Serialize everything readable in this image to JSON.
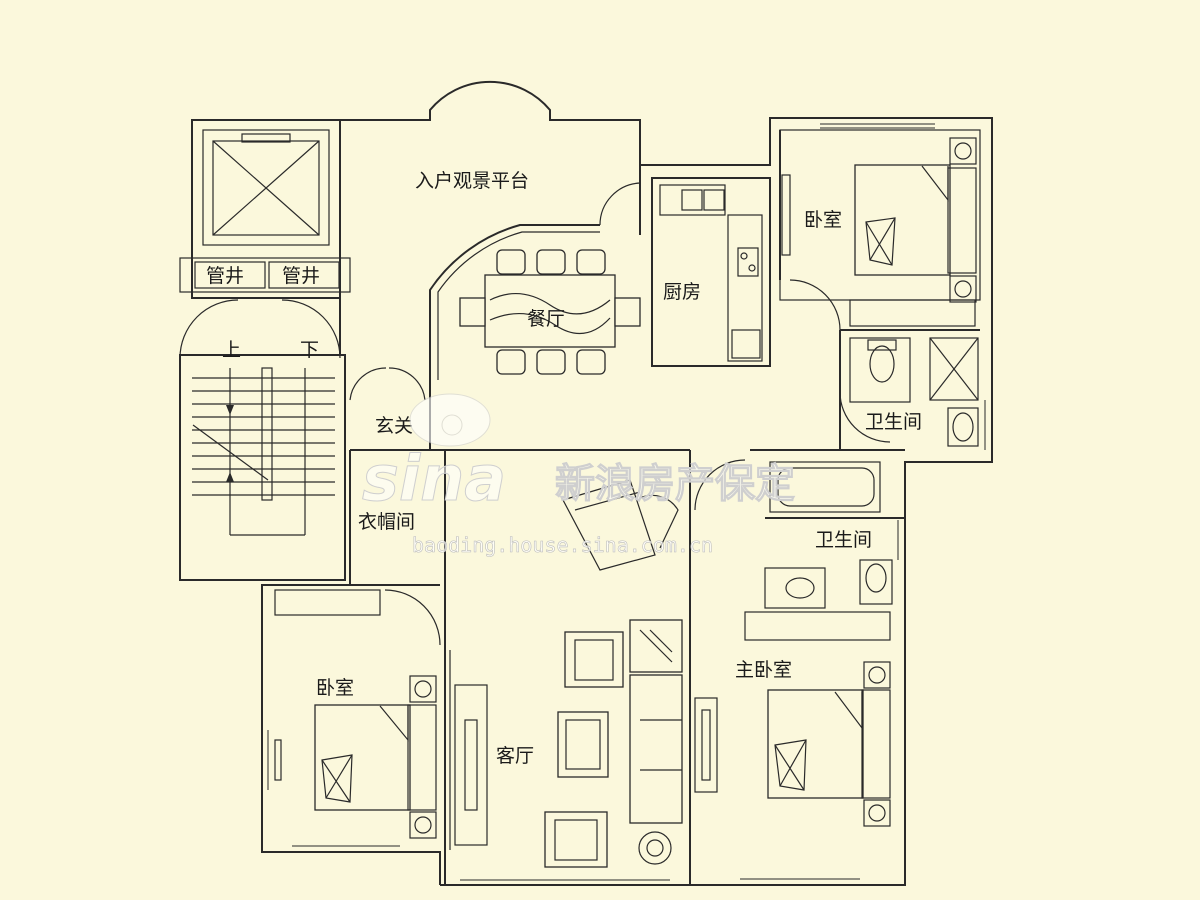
{
  "rooms": {
    "entrance_terrace": "入户观景平台",
    "dining": "餐厅",
    "kitchen": "厨房",
    "bedroom_ne": "卧室",
    "bathroom_ne": "卫生间",
    "foyer": "玄关",
    "cloakroom": "衣帽间",
    "living": "客厅",
    "bathroom_master": "卫生间",
    "master_bedroom": "主卧室",
    "bedroom_sw": "卧室",
    "pipe_shaft_1": "管井",
    "pipe_shaft_2": "管井",
    "stair_up": "上",
    "stair_down": "下"
  },
  "watermark": {
    "brand": "sina",
    "brand_cn": "新浪房产保定",
    "url": "baoding.house.sina.com.cn"
  },
  "colors": {
    "background": "#fbf8dc",
    "line": "#2a2a2a"
  }
}
